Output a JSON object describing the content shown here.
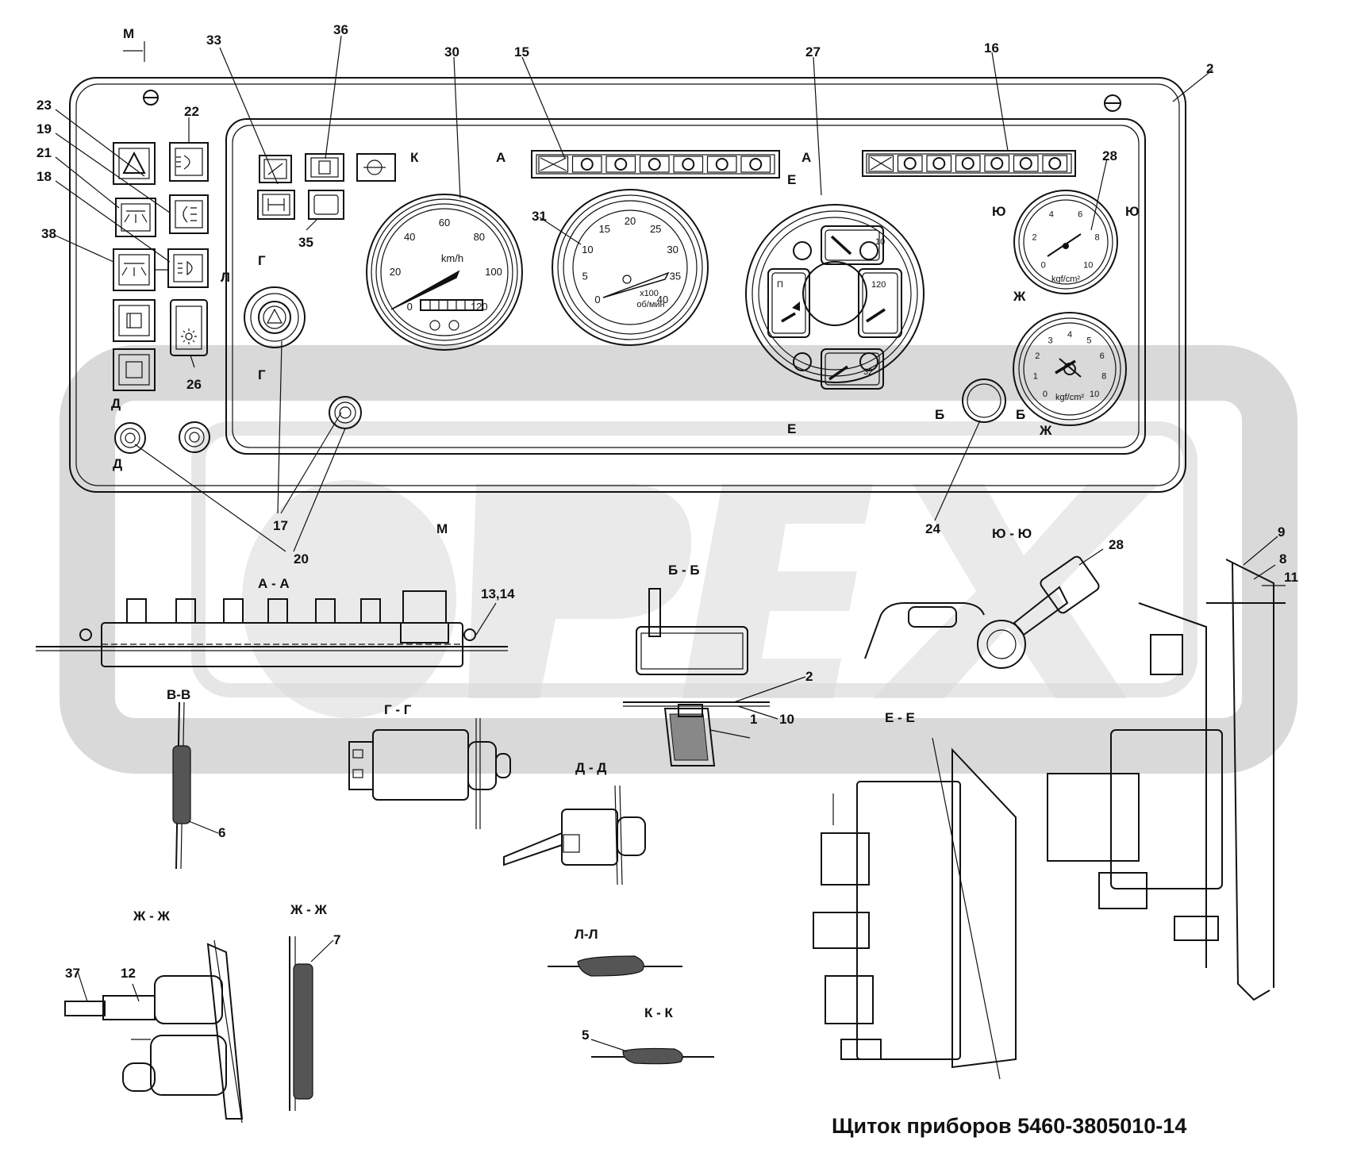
{
  "title": "Щиток приборов 5460-3805010-14",
  "watermark": "OPEX",
  "callouts": [
    "1",
    "2",
    "5",
    "6",
    "7",
    "8",
    "9",
    "10",
    "11",
    "12",
    "13,14",
    "15",
    "16",
    "17",
    "18",
    "19",
    "20",
    "21",
    "22",
    "23",
    "24",
    "26",
    "27",
    "28",
    "30",
    "31",
    "33",
    "35",
    "36",
    "37",
    "38"
  ],
  "section_marks": [
    "М",
    "А",
    "К",
    "Е",
    "Г",
    "Д",
    "Л",
    "Б",
    "Ж",
    "Ю"
  ],
  "section_titles": {
    "aa": "А - А",
    "bb": "Б - Б",
    "vv": "В-В",
    "gg": "Г - Г",
    "dd": "Д - Д",
    "ee": "Е - Е",
    "zhzh": "Ж - Ж",
    "ll": "Л-Л",
    "kk": "К - К",
    "yuyu": "Ю - Ю"
  },
  "speedometer": {
    "ticks": [
      "0",
      "20",
      "40",
      "60",
      "80",
      "100",
      "120"
    ],
    "unit": "km/h"
  },
  "tachometer": {
    "ticks": [
      "0",
      "5",
      "10",
      "15",
      "20",
      "25",
      "30",
      "35",
      "40"
    ],
    "unit_line1": "x100",
    "unit_line2": "об/мин"
  },
  "combination": {
    "fuel_label": "П",
    "temp_value": "120",
    "volt_low": "10",
    "volt_value": "32"
  },
  "pressure_upper": {
    "ticks": [
      "0",
      "2",
      "4",
      "6",
      "8",
      "10"
    ],
    "unit": "kgf/cm²"
  },
  "pressure_lower": {
    "ticks": [
      "0",
      "1",
      "2",
      "3",
      "4",
      "5",
      "6",
      "8",
      "10"
    ],
    "unit": "kgf/cm²"
  }
}
